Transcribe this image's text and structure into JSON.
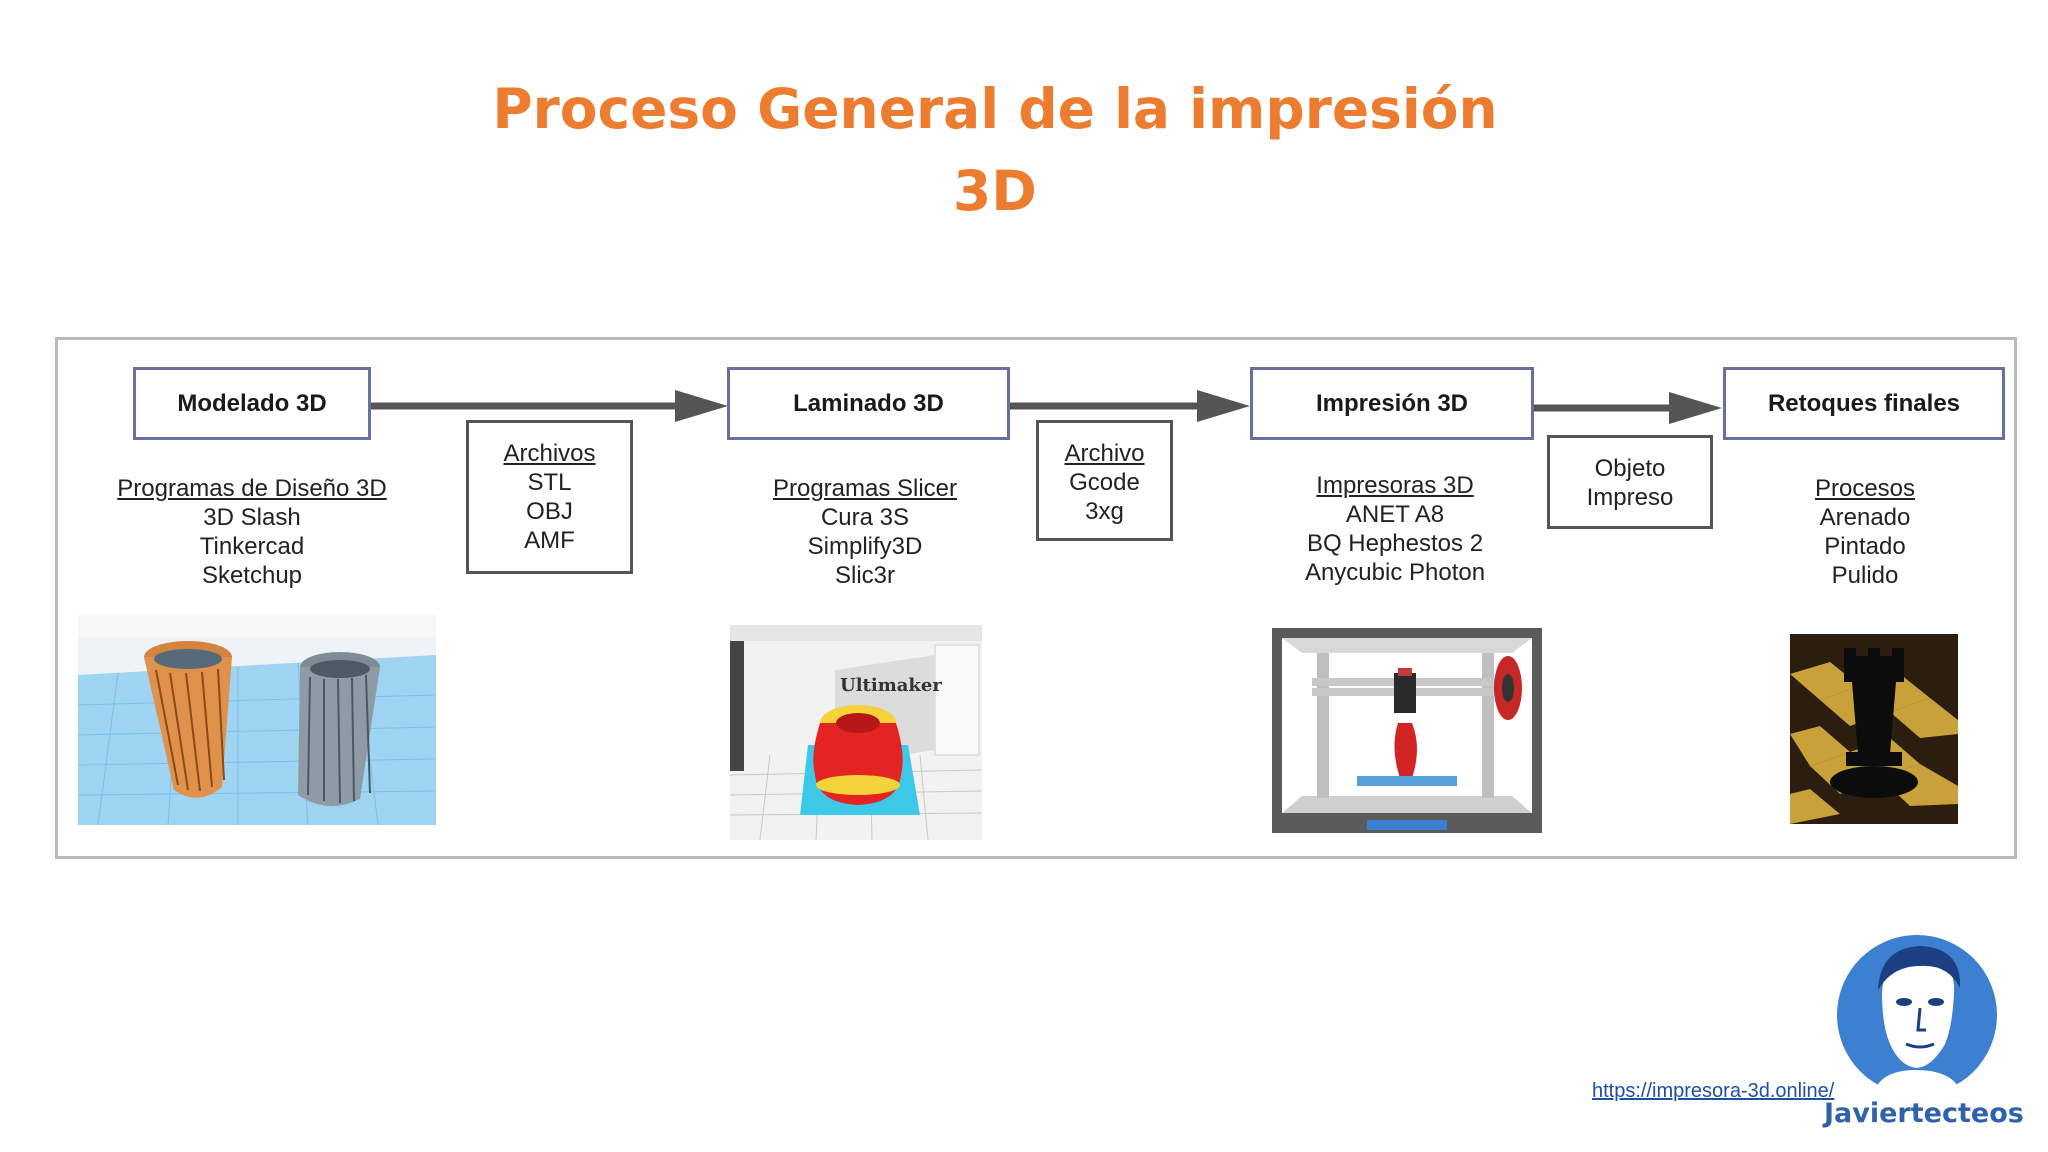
{
  "title_line1": "Proceso General de la impresión",
  "title_line2": "3D",
  "stages": [
    {
      "label": "Modelado 3D"
    },
    {
      "label": "Laminado 3D"
    },
    {
      "label": "Impresión 3D"
    },
    {
      "label": "Retoques finales"
    }
  ],
  "descriptions": [
    {
      "heading": "Programas de Diseño 3D",
      "lines": [
        "3D Slash",
        "Tinkercad",
        "Sketchup"
      ]
    },
    {
      "heading": "Programas Slicer",
      "lines": [
        "Cura 3S",
        "Simplify3D",
        "Slic3r"
      ]
    },
    {
      "heading": "Impresoras 3D",
      "lines": [
        "ANET A8",
        "BQ Hephestos 2",
        "Anycubic Photon"
      ]
    },
    {
      "heading": "Procesos",
      "lines": [
        "Arenado",
        "Pintado",
        "Pulido"
      ]
    }
  ],
  "transitions": [
    {
      "heading": "Archivos",
      "lines": [
        "STL",
        "OBJ",
        "AMF"
      ]
    },
    {
      "heading": "Archivo",
      "lines": [
        "Gcode",
        "3xg"
      ]
    },
    {
      "heading": "",
      "lines": [
        "Objeto",
        "Impreso"
      ]
    }
  ],
  "images": {
    "slicer_brand": "Ultimaker"
  },
  "footer": {
    "url": "https://impresora-3d.online/",
    "brand": "Javiertecteos"
  },
  "colors": {
    "title": "#ec7c30",
    "stage_border": "#6a6fa3",
    "arrow": "#555555",
    "link": "#1f4fa5",
    "logo": "#2f62a8"
  }
}
